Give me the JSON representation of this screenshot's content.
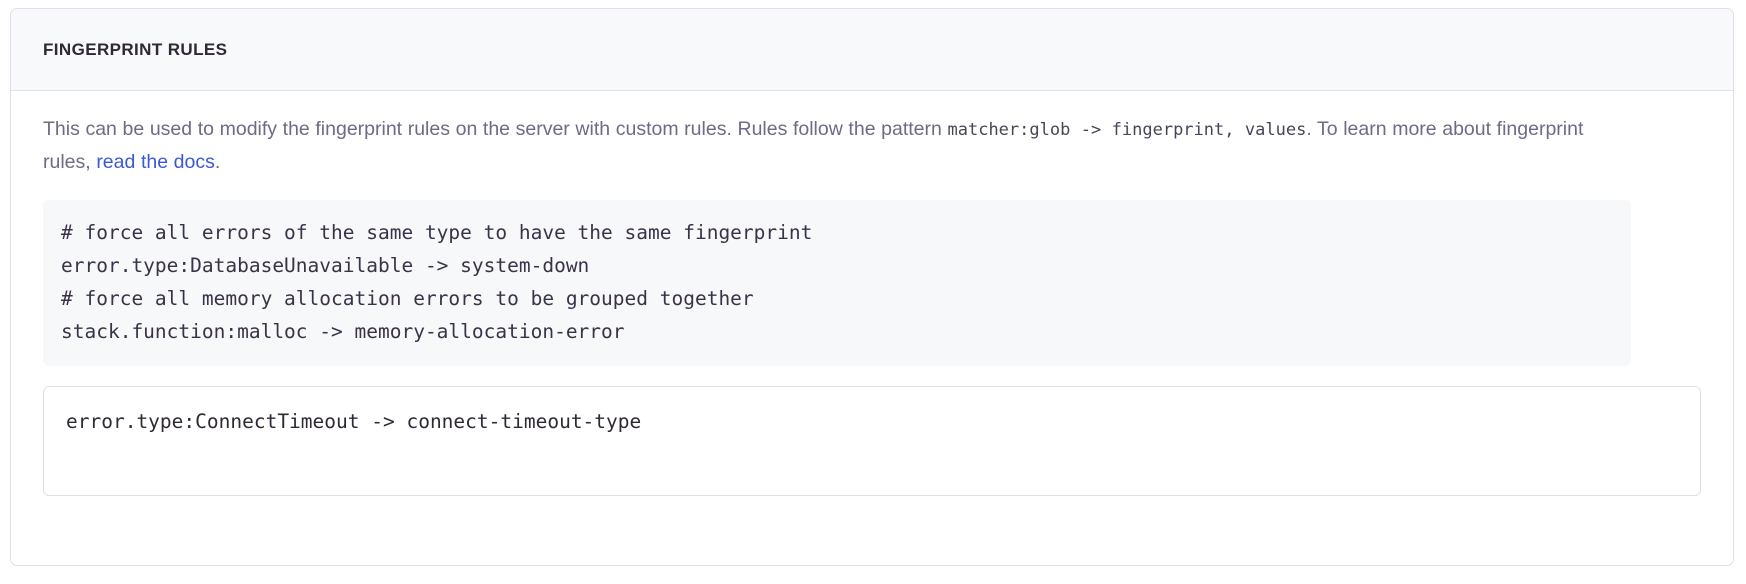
{
  "panel": {
    "title": "FINGERPRINT RULES",
    "description": {
      "text_before_code": "This can be used to modify the fingerprint rules on the server with custom rules. Rules follow the pattern",
      "inline_code": "matcher:glob -> fingerprint, values",
      "text_after_code": ". To learn more about fingerprint rules,",
      "link_label": "read the docs",
      "text_end": "."
    },
    "code_example": "# force all errors of the same type to have the same fingerprint\nerror.type:DatabaseUnavailable -> system-down\n# force all memory allocation errors to be grouped together\nstack.function:malloc -> memory-allocation-error",
    "rules_input": {
      "value": "error.type:ConnectTimeout -> connect-timeout-type",
      "placeholder": ""
    }
  },
  "colors": {
    "panel_border": "#e0dfe8",
    "header_bg": "#f8f9fb",
    "title_text": "#2f2936",
    "description_text": "#6f6a86",
    "link": "#3b59d6",
    "code_block_bg": "#f7f8fa",
    "code_text": "#3a3347"
  }
}
